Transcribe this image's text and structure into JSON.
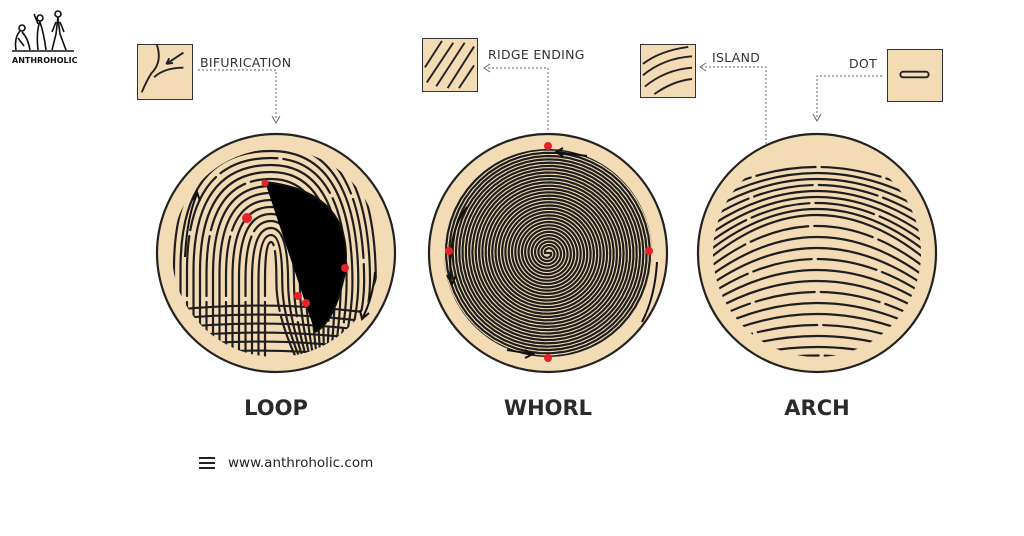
{
  "logo": {
    "text": "ANTHROHOLIC"
  },
  "minutiae": {
    "bifurcation": "BIFURICATION",
    "ridge_ending": "RIDGE ENDING",
    "island": "ISLAND",
    "dot": "DOT"
  },
  "patterns": [
    {
      "name": "LOOP"
    },
    {
      "name": "WHORL"
    },
    {
      "name": "ARCH"
    }
  ],
  "footer": {
    "icon": "menu-icon",
    "url": "www.anthroholic.com"
  },
  "colors": {
    "skin": "#f3dcb5",
    "ridge": "#1e1e1e",
    "minutia": "#e8202a"
  }
}
